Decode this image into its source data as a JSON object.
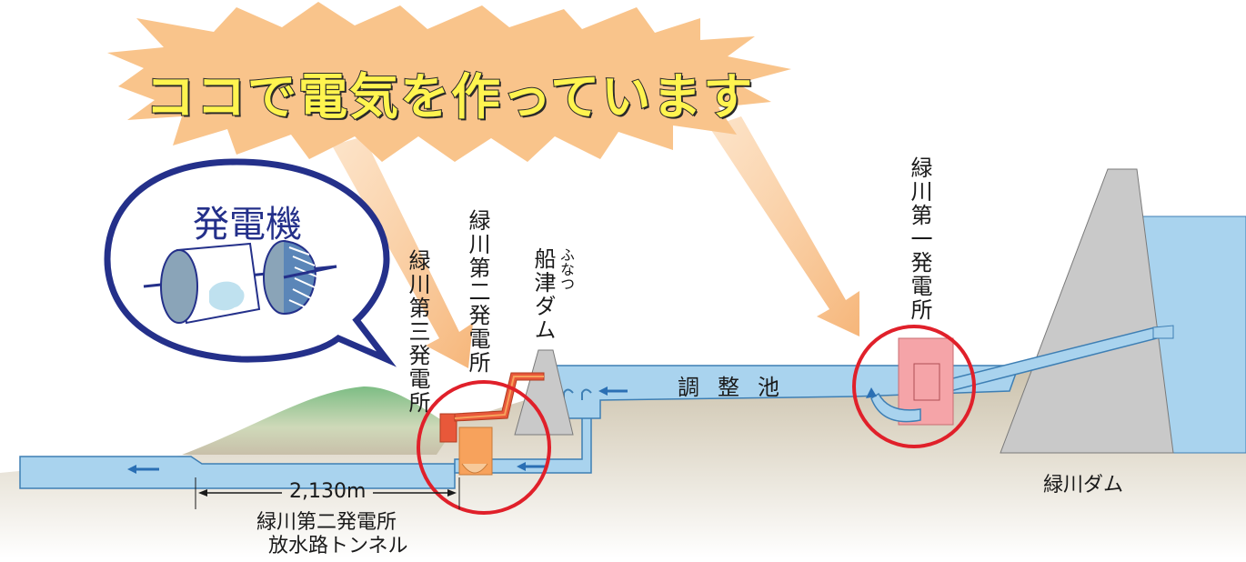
{
  "banner": {
    "text": "ココで電気を作っています"
  },
  "generator": {
    "title": "発電機"
  },
  "labels": {
    "plant3": "緑川第三発電所",
    "plant2": "緑川第二発電所",
    "plant1": "緑川第一発電所",
    "funatsu_dam": "船津ダム",
    "funatsu_ruby": "ふなつ",
    "reservoir": "調整池",
    "midorikawa_dam": "緑川ダム",
    "distance": "2,130m",
    "tunnel_line1": "緑川第二発電所",
    "tunnel_line2": "放水路トンネル"
  },
  "colors": {
    "water": "#a9d3ee",
    "water_edge": "#3e7fb4",
    "ground": "#d9d3c6",
    "hill": "#8ec89a",
    "dam": "#c9c9c9",
    "burst": "#f9c48b",
    "plant_pink": "#f5a4a8",
    "plant_orange": "#f7a25c",
    "penstock_red": "#e8583a",
    "highlight": "#e0202a",
    "bubble_border": "#24308a",
    "arrow": "#2a6fb4"
  }
}
